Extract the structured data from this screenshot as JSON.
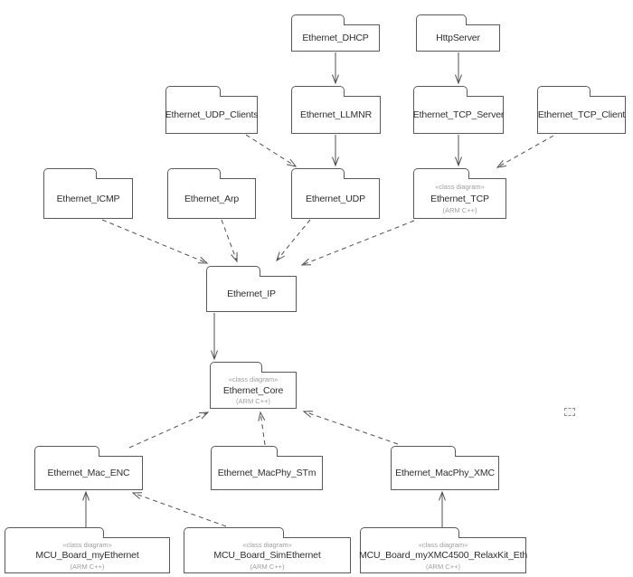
{
  "diagram": {
    "kind": "uml-package-dependency-diagram",
    "colors": {
      "background": "#ffffff",
      "line": "#4f4f4f",
      "border": "#595959",
      "name_text": "#2e2e2e",
      "meta_text": "#9e9e9e"
    },
    "packages": [
      {
        "id": "ethernet-dhcp",
        "name": "Ethernet_DHCP",
        "stereotype": "",
        "language": ""
      },
      {
        "id": "http-server",
        "name": "HttpServer",
        "stereotype": "",
        "language": ""
      },
      {
        "id": "ethernet-udp-clients",
        "name": "Ethernet_UDP_Clients",
        "stereotype": "",
        "language": ""
      },
      {
        "id": "ethernet-llmnr",
        "name": "Ethernet_LLMNR",
        "stereotype": "",
        "language": ""
      },
      {
        "id": "ethernet-tcp-server",
        "name": "Ethernet_TCP_Server",
        "stereotype": "",
        "language": ""
      },
      {
        "id": "ethernet-tcp-client",
        "name": "Ethernet_TCP_Client",
        "stereotype": "",
        "language": ""
      },
      {
        "id": "ethernet-icmp",
        "name": "Ethernet_ICMP",
        "stereotype": "",
        "language": ""
      },
      {
        "id": "ethernet-arp",
        "name": "Ethernet_Arp",
        "stereotype": "",
        "language": ""
      },
      {
        "id": "ethernet-udp",
        "name": "Ethernet_UDP",
        "stereotype": "",
        "language": ""
      },
      {
        "id": "ethernet-tcp",
        "name": "Ethernet_TCP",
        "stereotype": "«class diagram»",
        "language": "(ARM C++)"
      },
      {
        "id": "ethernet-ip",
        "name": "Ethernet_IP",
        "stereotype": "",
        "language": ""
      },
      {
        "id": "ethernet-core",
        "name": "Ethernet_Core",
        "stereotype": "«class diagram»",
        "language": "(ARM C++)"
      },
      {
        "id": "ethernet-mac-enc",
        "name": "Ethernet_Mac_ENC",
        "stereotype": "",
        "language": ""
      },
      {
        "id": "ethernet-macphy-stm",
        "name": "Ethernet_MacPhy_STm",
        "stereotype": "",
        "language": ""
      },
      {
        "id": "ethernet-macphy-xmc",
        "name": "Ethernet_MacPhy_XMC",
        "stereotype": "",
        "language": ""
      },
      {
        "id": "mcu-board-myethernet",
        "name": "MCU_Board_myEthernet",
        "stereotype": "«class diagram»",
        "language": "(ARM C++)"
      },
      {
        "id": "mcu-board-simethernet",
        "name": "MCU_Board_SimEthernet",
        "stereotype": "«class diagram»",
        "language": "(ARM C++)"
      },
      {
        "id": "mcu-board-myxmc4500-relaxkit-eth",
        "name": "MCU_Board_myXMC4500_RelaxKit_Eth",
        "stereotype": "«class diagram»",
        "language": "(ARM C++)"
      }
    ],
    "dependencies": [
      {
        "from": "ethernet-dhcp",
        "to": "ethernet-llmnr",
        "style": "solid"
      },
      {
        "from": "http-server",
        "to": "ethernet-tcp-server",
        "style": "solid"
      },
      {
        "from": "ethernet-llmnr",
        "to": "ethernet-udp",
        "style": "solid"
      },
      {
        "from": "ethernet-udp-clients",
        "to": "ethernet-udp",
        "style": "dashed"
      },
      {
        "from": "ethernet-tcp-server",
        "to": "ethernet-tcp",
        "style": "solid"
      },
      {
        "from": "ethernet-tcp-client",
        "to": "ethernet-tcp",
        "style": "dashed"
      },
      {
        "from": "ethernet-icmp",
        "to": "ethernet-ip",
        "style": "dashed"
      },
      {
        "from": "ethernet-arp",
        "to": "ethernet-ip",
        "style": "dashed"
      },
      {
        "from": "ethernet-udp",
        "to": "ethernet-ip",
        "style": "dashed"
      },
      {
        "from": "ethernet-tcp",
        "to": "ethernet-ip",
        "style": "dashed"
      },
      {
        "from": "ethernet-ip",
        "to": "ethernet-core",
        "style": "solid"
      },
      {
        "from": "ethernet-mac-enc",
        "to": "ethernet-core",
        "style": "dashed"
      },
      {
        "from": "ethernet-macphy-stm",
        "to": "ethernet-core",
        "style": "dashed"
      },
      {
        "from": "ethernet-macphy-xmc",
        "to": "ethernet-core",
        "style": "dashed"
      },
      {
        "from": "mcu-board-myethernet",
        "to": "ethernet-mac-enc",
        "style": "solid"
      },
      {
        "from": "mcu-board-simethernet",
        "to": "ethernet-mac-enc",
        "style": "dashed"
      },
      {
        "from": "mcu-board-myxmc4500-relaxkit-eth",
        "to": "ethernet-macphy-xmc",
        "style": "solid"
      }
    ]
  }
}
